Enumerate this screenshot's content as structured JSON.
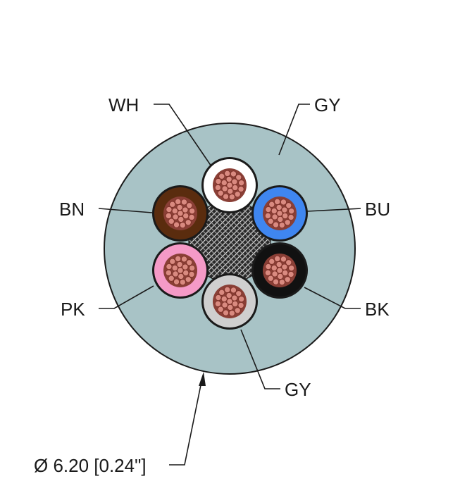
{
  "labels": {
    "wh": "WH",
    "gy_jacket": "GY",
    "bn": "BN",
    "bu": "BU",
    "pk": "PK",
    "bk": "BK",
    "gy_core": "GY",
    "diameter": "Ø 6.20 [0.24\"]"
  },
  "colors": {
    "jacket": "#a8c3c6",
    "white": "#ffffff",
    "brown": "#5a2c0e",
    "blue": "#3f86f0",
    "pink": "#f59ac7",
    "black": "#111111",
    "gray": "#cfcfcf",
    "copper": "#d98a80",
    "filler": "#2a2a2a"
  },
  "cores": [
    {
      "name": "core-white",
      "color_key": "white"
    },
    {
      "name": "core-blue",
      "color_key": "blue"
    },
    {
      "name": "core-black",
      "color_key": "black"
    },
    {
      "name": "core-gray",
      "color_key": "gray"
    },
    {
      "name": "core-pink",
      "color_key": "pink"
    },
    {
      "name": "core-brown",
      "color_key": "brown"
    }
  ]
}
